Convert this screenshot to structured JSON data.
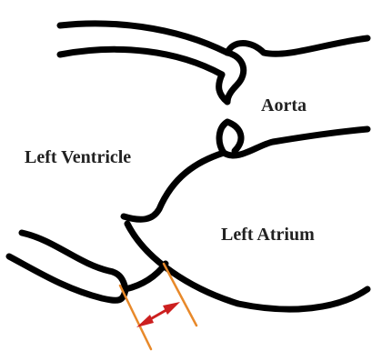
{
  "labels": {
    "aorta": "Aorta",
    "left_ventricle": "Left Ventricle",
    "left_atrium": "Left Atrium"
  },
  "colors": {
    "wall": "#000000",
    "measurement_lines": "#e8892a",
    "measurement_arrow": "#cc1f1f",
    "label_text": "#222222",
    "background": "#ffffff"
  }
}
